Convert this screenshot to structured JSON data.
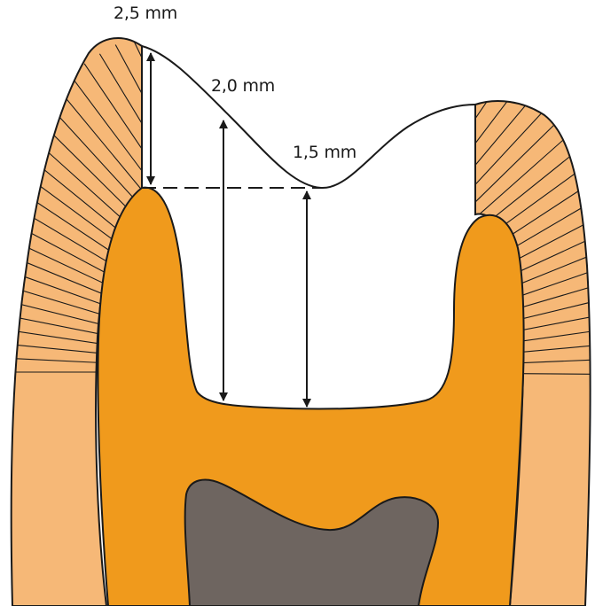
{
  "measurements": [
    {
      "label": "2,5 mm"
    },
    {
      "label": "2,0 mm"
    },
    {
      "label": "1,5 mm"
    }
  ],
  "colors": {
    "enamel": "#F6B877",
    "dentin": "#F09A1C",
    "pulp": "#6E6560",
    "outline": "#1a1a1a",
    "background": "#ffffff"
  }
}
